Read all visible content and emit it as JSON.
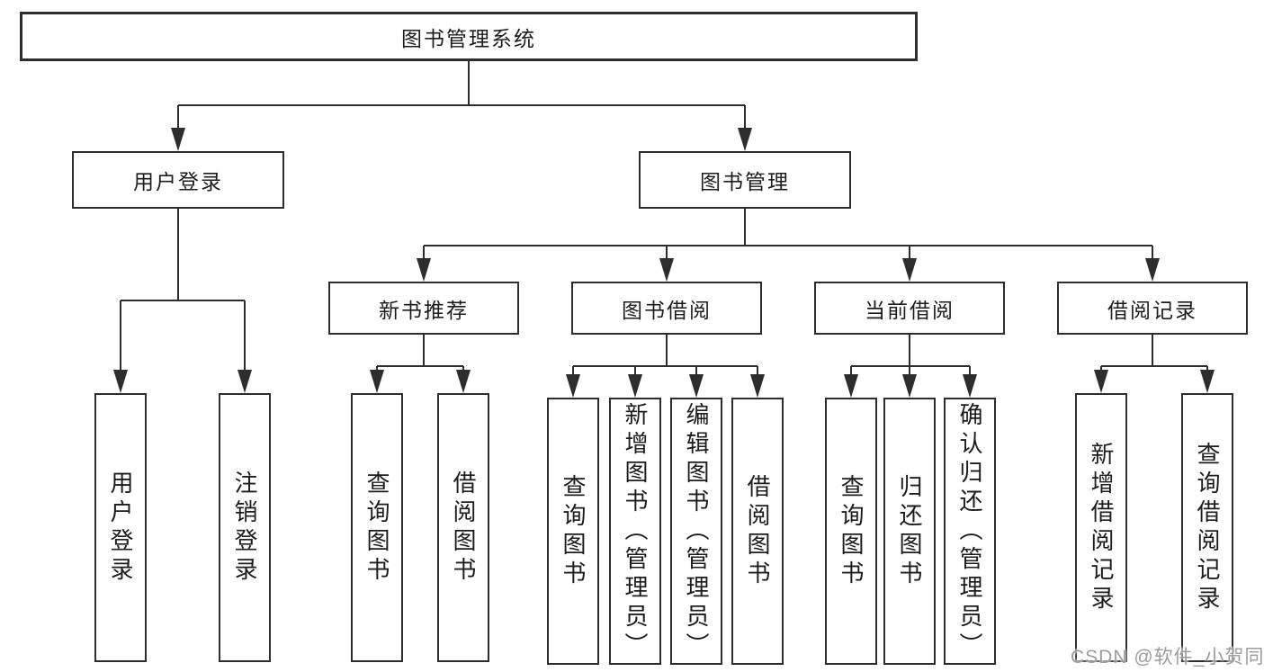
{
  "colors": {
    "background": "#ffffff",
    "line": "#2d2d2d",
    "box_border": "#2d2d2d",
    "box_fill": "#ffffff",
    "text": "#1c1c1c",
    "watermark": "#9c9c9c"
  },
  "watermark": "CSDN @软件_小贺同学",
  "tree": {
    "root": {
      "label": "图书管理系统",
      "children": [
        {
          "label": "用户登录",
          "children": [
            {
              "label": "用户登录"
            },
            {
              "label": "注销登录"
            }
          ]
        },
        {
          "label": "图书管理",
          "children": [
            {
              "label": "新书推荐",
              "children": [
                {
                  "label": "查询图书"
                },
                {
                  "label": "借阅图书"
                }
              ]
            },
            {
              "label": "图书借阅",
              "children": [
                {
                  "label": "查询图书"
                },
                {
                  "label": "新增图书（管理员）"
                },
                {
                  "label": "编辑图书（管理员）"
                },
                {
                  "label": "借阅图书"
                }
              ]
            },
            {
              "label": "当前借阅",
              "children": [
                {
                  "label": "查询图书"
                },
                {
                  "label": "归还图书"
                },
                {
                  "label": "确认归还（管理员）"
                }
              ]
            },
            {
              "label": "借阅记录",
              "children": [
                {
                  "label": "新增借阅记录"
                },
                {
                  "label": "查询借阅记录"
                }
              ]
            }
          ]
        }
      ]
    }
  }
}
